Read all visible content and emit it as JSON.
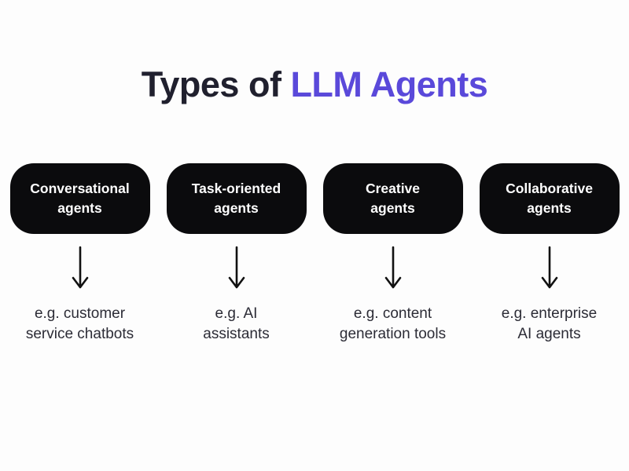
{
  "title": {
    "prefix": "Types of ",
    "highlight": "LLM Agents"
  },
  "colors": {
    "background": "#fdfdfd",
    "title_text": "#20202e",
    "title_accent": "#5a49da",
    "box_background": "#0b0b0d",
    "box_text": "#ffffff",
    "caption_text": "#2c2c36",
    "arrow": "#111111"
  },
  "columns": [
    {
      "box_line1": "Conversational",
      "box_line2": "agents",
      "caption_line1": "e.g. customer",
      "caption_line2": "service chatbots"
    },
    {
      "box_line1": "Task-oriented",
      "box_line2": "agents",
      "caption_line1": "e.g. AI",
      "caption_line2": "assistants"
    },
    {
      "box_line1": "Creative",
      "box_line2": "agents",
      "caption_line1": "e.g. content",
      "caption_line2": "generation tools"
    },
    {
      "box_line1": "Collaborative",
      "box_line2": "agents",
      "caption_line1": "e.g. enterprise",
      "caption_line2": "AI agents"
    }
  ]
}
